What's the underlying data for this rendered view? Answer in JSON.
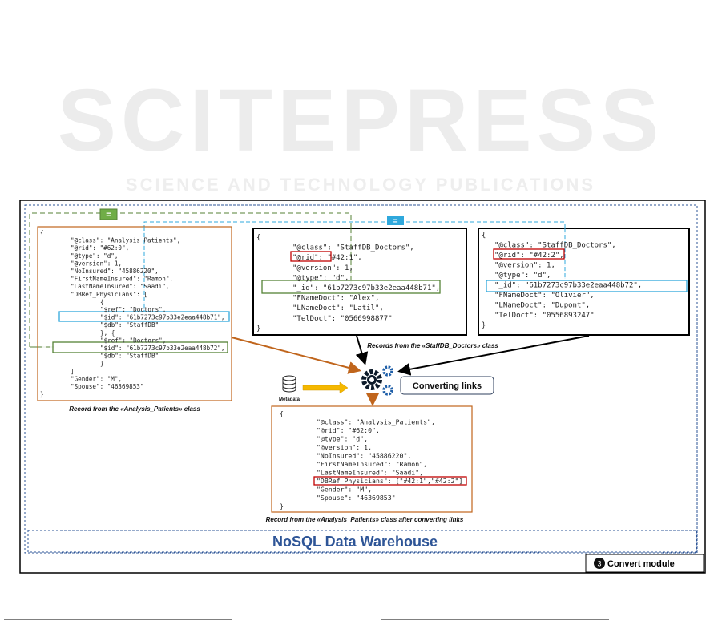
{
  "watermark": "SCITEPRESS",
  "watermark_sub": "SCIENCE AND TECHNOLOGY PUBLICATIONS",
  "equal_badge_green": "=",
  "equal_badge_blue": "=",
  "left_record": {
    "caption": "Record from the «Analysis_Patients» class",
    "lines": [
      "{",
      "\"@class\": \"Analysis_Patients\",",
      "\"@rid\": \"#62:0\",",
      "\"@type\": \"d\",",
      "\"@version\": 1,",
      "\"NoInsured\": \"45886220\",",
      "\"FirstNameInsured\": \"Ramon\",",
      "\"LastNameInsured\": \"Saadi\",",
      "\"DBRef_Physicians\": [",
      "{",
      "\"$ref\": \"Doctors\",",
      "\"$id\": \"61b7273c97b33e2eaa448b71\",",
      "\"$db\": \"StaffDB\"",
      "}, {",
      "\"$ref\": \"Doctors\",",
      "\"$id\": \"61b7273c97b33e2eaa448b72\",",
      "\"$db\": \"StaffDB\"",
      "}",
      "]",
      "\"Gender\": \"M\",",
      "\"Spouse\": \"46369853\"",
      "}"
    ]
  },
  "doctor_record_1": {
    "lines": [
      "{",
      "\"@class\": \"StaffDB_Doctors\",",
      "\"@rid\": \"#42:1\",",
      "\"@version\": 1,",
      "\"@type\": \"d\",",
      "\"_id\": \"61b7273c97b33e2eaa448b71\",",
      "\"FNameDoct\": \"Alex\",",
      "\"LNameDoct\": \"Latil\",",
      "\"TelDoct\": \"0566998877\"",
      "}"
    ]
  },
  "doctor_record_2": {
    "lines": [
      "{",
      "\"@class\": \"StaffDB_Doctors\",",
      "\"@rid\": \"#42:2\",",
      "\"@version\": 1,",
      "\"@type\": \"d\",",
      "\"_id\": \"61b7273c97b33e2eaa448b72\",",
      "\"FNameDoct\": \"Olivier\",",
      "\"LNameDoct\": \"Dupont\",",
      "\"TelDoct\": \"0556893247\"",
      "}"
    ]
  },
  "doctors_caption": "Records from the «StaffDB_Doctors» class",
  "metadata_label": "Metadata",
  "converting_links_label": "Converting links",
  "result_record": {
    "caption": "Record from the «Analysis_Patients» class after converting links",
    "lines": [
      "{",
      "\"@class\": \"Analysis_Patients\",",
      "\"@rid\": \"#62:0\",",
      "\"@type\": \"d\",",
      "\"@version\": 1,",
      "\"NoInsured\": \"45886220\",",
      "\"FirstNameInsured\": \"Ramon\",",
      "\"LastNameInsured\": \"Saadi\",",
      "\"DBRef_Physicians\": [\"#42:1\",\"#42:2\"]",
      "\"Gender\": \"M\",",
      "\"Spouse\": \"46369853\"",
      "}"
    ]
  },
  "warehouse_label": "NoSQL Data Warehouse",
  "module_number": "3",
  "module_label": "Convert module",
  "colors": {
    "orange": "#c0651c",
    "green": "#548235",
    "blue": "#2fa8dc",
    "red": "#c00000",
    "navy": "#2e5597",
    "gold": "#f5b800"
  }
}
